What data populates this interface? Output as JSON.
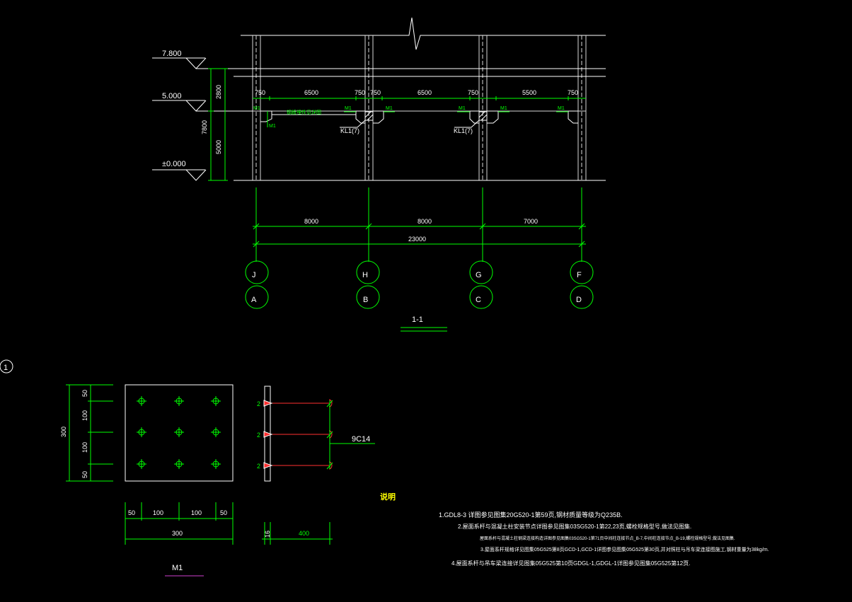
{
  "section": {
    "title": "1-1",
    "elevations": [
      "7.800",
      "5.000",
      "±0.000"
    ],
    "vertical_dims": [
      "2800",
      "5000",
      "7800"
    ],
    "top_dims": [
      "750",
      "6500",
      "750",
      "750",
      "6500",
      "750",
      "5500",
      "750"
    ],
    "beam_labels": [
      "KL1(7)",
      "KL1(7)"
    ],
    "plate_tags": [
      "M1",
      "M1",
      "M1",
      "M1",
      "M1",
      "M1",
      "M1"
    ],
    "small_note": "钢板埋件见详图",
    "spans": [
      "8000",
      "8000",
      "7000"
    ],
    "total": "23000",
    "axes_upper": [
      "J",
      "H",
      "G",
      "F"
    ],
    "axes_lower": [
      "A",
      "B",
      "C",
      "D"
    ]
  },
  "detail": {
    "marker": "1",
    "plate_name": "M1",
    "plate_side": "300",
    "vert_dims": [
      "50",
      "100",
      "100",
      "50"
    ],
    "horiz_dims": [
      "50",
      "100",
      "100",
      "50"
    ],
    "bottom_total": "300",
    "bar_label": "9C14",
    "thickness": "16",
    "anchor_length": "400"
  },
  "notes": {
    "heading": "说明",
    "lines": [
      "1.GDL8-3 详图参见图集20G520-1第59页,钢材质量等级为Q235B.",
      "2.屋面系杆与混凝土柱安装节点详图参见图集03SG520-1第22,23页,螺栓规格型号,做法见图集.",
      "屋面系杆与混凝土柱钢梁连接构造详图参见图集03SG520-1第71页中间柱连接节点_B-7,中间柱连接节点_B-19,螺栓规格型号,做法见图集.",
      "3.屋面系杆规格详见图集05G525第8页GCD-1,GCD-1详图参见图集05G525第30页,并对照柱与吊车梁连接图施工,钢材重量为38kg/m.",
      "4.屋面系杆与吊车梁连接详见图集05G525第10页GDGL-1,GDGL-1详图参见图集05G525第12页."
    ]
  }
}
